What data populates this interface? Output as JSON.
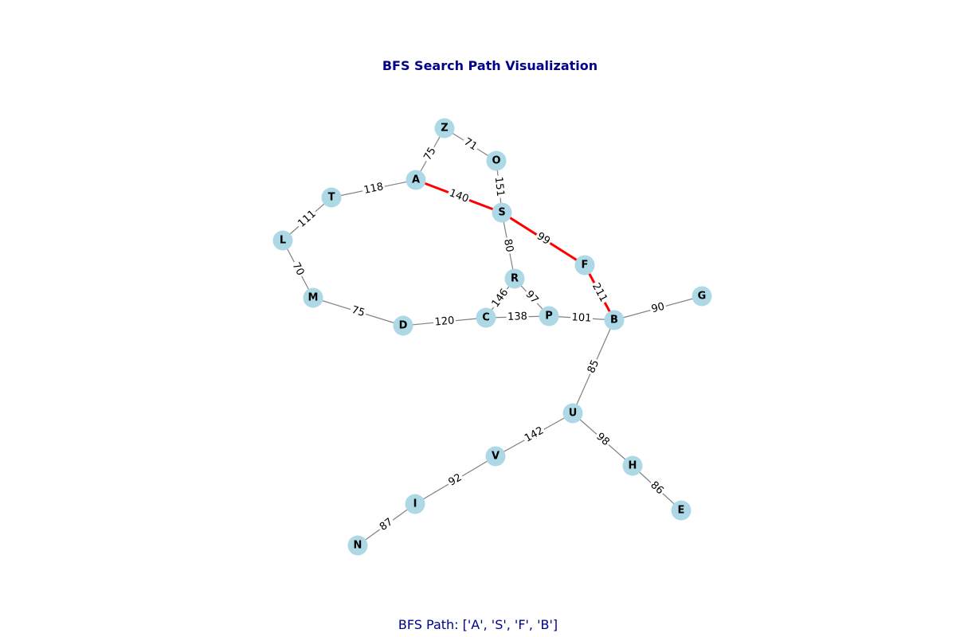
{
  "title": "BFS Search Path Visualization",
  "caption": "BFS Path: ['A', 'S', 'F', 'B']",
  "colors": {
    "title": "#00008b",
    "caption": "#00008b",
    "node_fill": "#add8e6",
    "edge": "#808080",
    "path_edge": "#ff0000",
    "label_bg": "#ffffff"
  },
  "path": [
    "A",
    "S",
    "F",
    "B"
  ],
  "nodes": [
    "Z",
    "O",
    "A",
    "T",
    "S",
    "L",
    "F",
    "R",
    "M",
    "G",
    "P",
    "B",
    "C",
    "D",
    "U",
    "V",
    "H",
    "I",
    "E",
    "N"
  ],
  "edges": [
    {
      "from": "A",
      "to": "Z",
      "weight": "75"
    },
    {
      "from": "Z",
      "to": "O",
      "weight": "71"
    },
    {
      "from": "O",
      "to": "S",
      "weight": "151"
    },
    {
      "from": "A",
      "to": "T",
      "weight": "118"
    },
    {
      "from": "A",
      "to": "S",
      "weight": "140"
    },
    {
      "from": "T",
      "to": "L",
      "weight": "111"
    },
    {
      "from": "L",
      "to": "M",
      "weight": "70"
    },
    {
      "from": "M",
      "to": "D",
      "weight": "75"
    },
    {
      "from": "D",
      "to": "C",
      "weight": "120"
    },
    {
      "from": "S",
      "to": "R",
      "weight": "80"
    },
    {
      "from": "S",
      "to": "F",
      "weight": "99"
    },
    {
      "from": "F",
      "to": "B",
      "weight": "211"
    },
    {
      "from": "R",
      "to": "C",
      "weight": "146"
    },
    {
      "from": "R",
      "to": "P",
      "weight": "97"
    },
    {
      "from": "C",
      "to": "P",
      "weight": "138"
    },
    {
      "from": "P",
      "to": "B",
      "weight": "101"
    },
    {
      "from": "B",
      "to": "G",
      "weight": "90"
    },
    {
      "from": "B",
      "to": "U",
      "weight": "85"
    },
    {
      "from": "U",
      "to": "V",
      "weight": "142"
    },
    {
      "from": "U",
      "to": "H",
      "weight": "98"
    },
    {
      "from": "V",
      "to": "I",
      "weight": "92"
    },
    {
      "from": "H",
      "to": "E",
      "weight": "86"
    },
    {
      "from": "I",
      "to": "N",
      "weight": "87"
    }
  ]
}
